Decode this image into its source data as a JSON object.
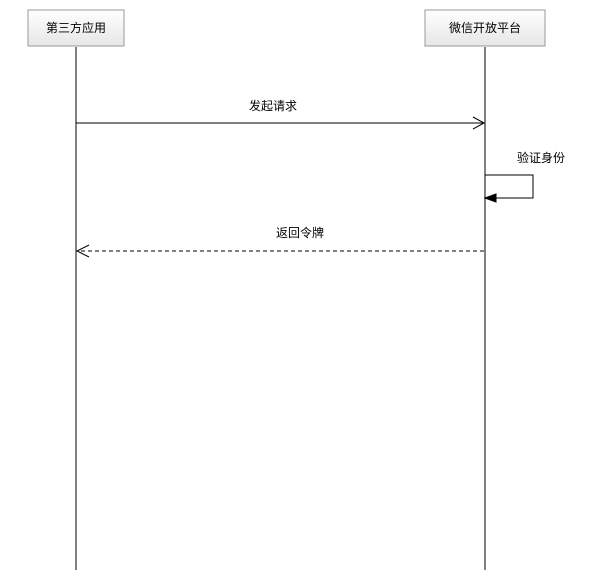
{
  "participants": [
    {
      "id": "third-party-app",
      "label": "第三方应用"
    },
    {
      "id": "wechat-open-platform",
      "label": "微信开放平台"
    }
  ],
  "messages": [
    {
      "label": "发起请求",
      "from": "third-party-app",
      "to": "wechat-open-platform",
      "style": "solid"
    },
    {
      "label": "验证身份",
      "from": "wechat-open-platform",
      "to": "wechat-open-platform",
      "style": "solid-self"
    },
    {
      "label": "返回令牌",
      "from": "wechat-open-platform",
      "to": "third-party-app",
      "style": "dashed"
    }
  ],
  "colors": {
    "box_fill_top": "#ffffff",
    "box_fill_bottom": "#e6e6e6",
    "box_stroke": "#999999",
    "line": "#000000"
  }
}
